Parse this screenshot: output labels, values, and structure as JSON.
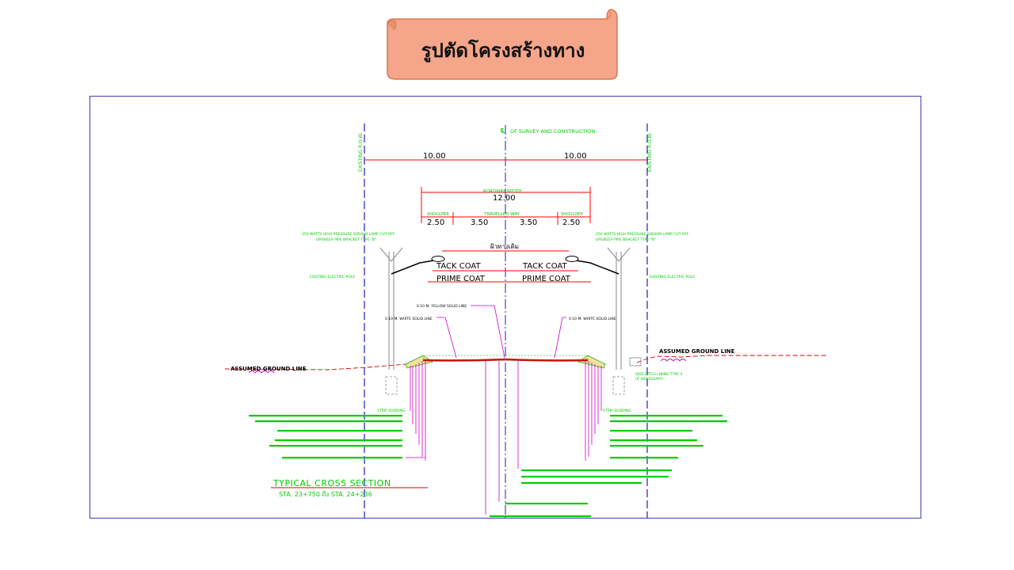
{
  "slide": {
    "title": "รูปตัดโครงสร้างทาง"
  },
  "colors": {
    "banner_fill": "#f4a58a",
    "banner_stroke": "#d9774f",
    "frame": "#3d3dbb",
    "dimension": "#ff0000",
    "centerline": "#1f1fbf",
    "annotation": "#00cc00",
    "leader": "#cc00cc",
    "pavement": "#dd0000",
    "road_label": "#000000"
  },
  "drawing": {
    "centerline_label": "OF SURVEY AND CONSTRUCTION",
    "row_left": "EXISTING R.O.W.",
    "row_right": "EXISTING R.O.W.",
    "half_width_left": "10.00",
    "half_width_right": "10.00",
    "roadway_width_label": "ROADWAY WIDTH",
    "roadway_width": "12.00",
    "shoulder_left_label": "SHOULDER",
    "travelled_way_label": "TRAVELLED WAY",
    "shoulder_right_label": "SHOULDER",
    "shoulder_left": "2.50",
    "lane_left": "3.50",
    "lane_right": "3.50",
    "shoulder_right": "2.50",
    "existing_road": "ผิวทางเดิม",
    "tack_coat_left": "TACK COAT",
    "tack_coat_right": "TACK COAT",
    "prime_coat_left": "PRIME COAT",
    "prime_coat_right": "PRIME COAT",
    "lamp_left": "250 WATTS HIGH PRESSURE SODIUM LAMP CUT-OFF",
    "bracket_left": "UPSWEEP PIPE BRACKET TYPE \"B\"",
    "lamp_right": "250 WATTS HIGH PRESSURE SODIUM LAMP CUT-OFF",
    "bracket_right": "UPSWEEP PIPE BRACKET TYPE \"B\"",
    "pole_left": "EXISTING ELECTRIC POLE",
    "pole_right": "EXISTING ELECTRIC POLE",
    "yellow_line": "0.10 M. YELLOW SOLID LINE",
    "white_line_left": "0.10 M. WHITE SOLID LINE",
    "white_line_right": "0.10 M. WHITE SOLID LINE",
    "ground_left": "ASSUMED GROUND LINE",
    "ground_right": "ASSUMED GROUND LINE",
    "ditch_lining": "SIDE DITCH LINING TYPE II",
    "if_necessary": "(IF NECESSARY)",
    "strip_sodding_left": "STRIP SODDING",
    "strip_sodding_right": "STRIP SODDING",
    "section_title": "TYPICAL  CROSS  SECTION",
    "station_range": "STA. 23+750 ถึง STA. 24+236"
  }
}
